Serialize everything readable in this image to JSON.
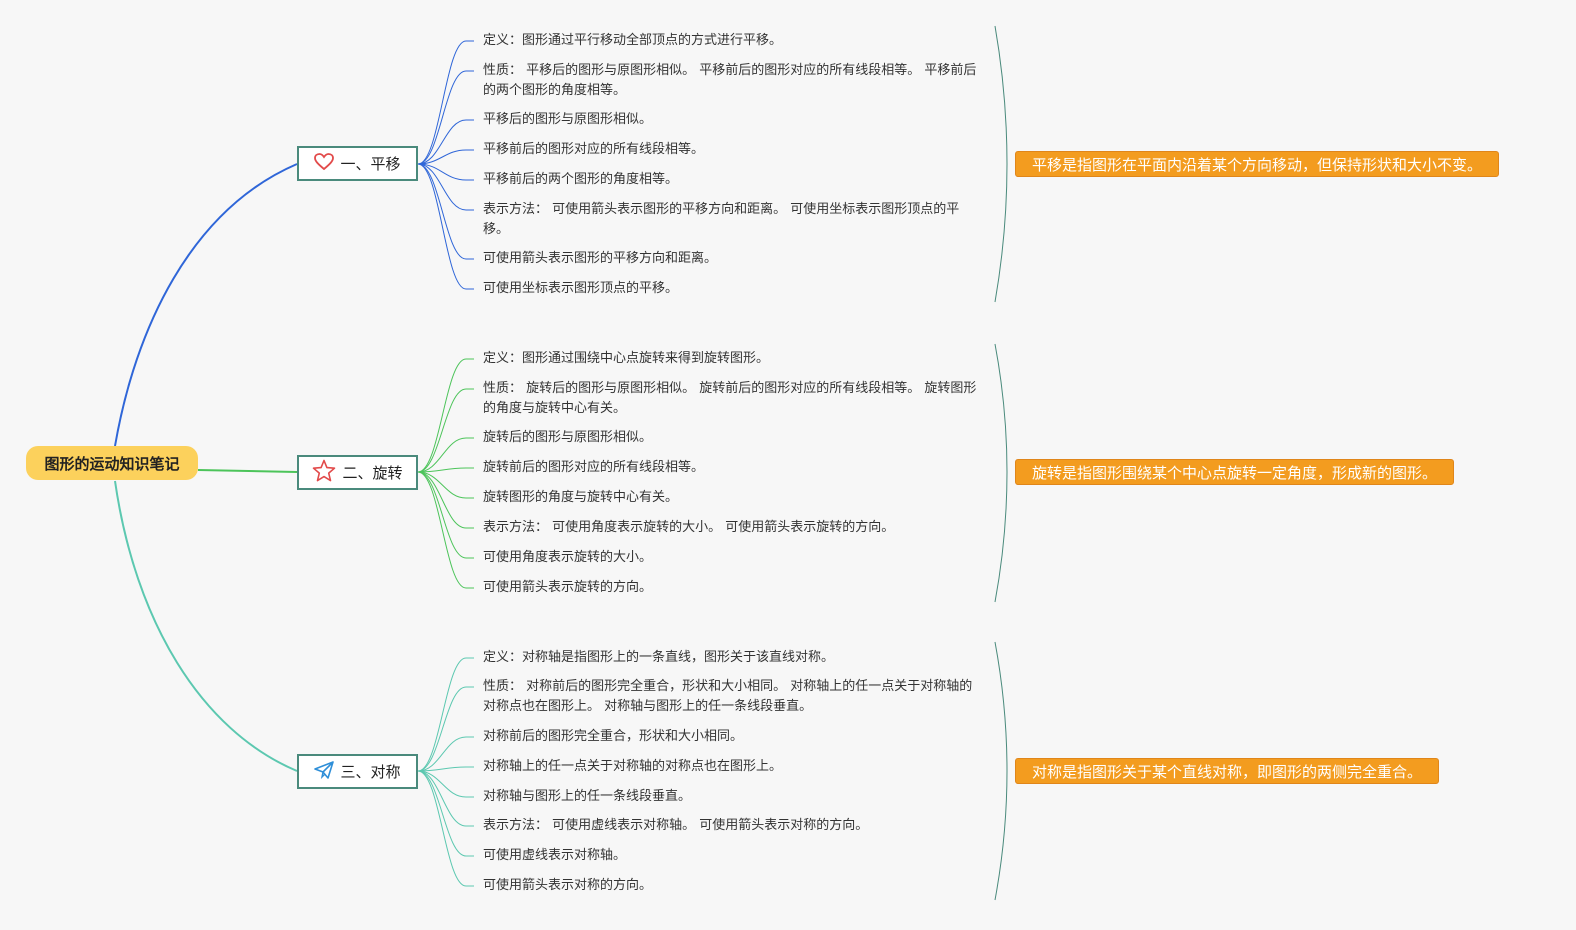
{
  "root": {
    "label": "图形的运动知识笔记"
  },
  "branches": [
    {
      "label": "一、平移",
      "icon": "heart-icon",
      "icon_color": "#e24a4a",
      "color": "#2f66d8",
      "items": [
        "定义：图形通过平行移动全部顶点的方式进行平移。",
        "性质： 平移后的图形与原图形相似。 平移前后的图形对应的所有线段相等。 平移前后的两个图形的角度相等。",
        "平移后的图形与原图形相似。",
        "平移前后的图形对应的所有线段相等。",
        "平移前后的两个图形的角度相等。",
        "表示方法： 可使用箭头表示图形的平移方向和距离。 可使用坐标表示图形顶点的平移。",
        "可使用箭头表示图形的平移方向和距离。",
        "可使用坐标表示图形顶点的平移。"
      ],
      "summary": "平移是指图形在平面内沿着某个方向移动，但保持形状和大小不变。"
    },
    {
      "label": "二、旋转",
      "icon": "star-icon",
      "icon_color": "#e24a4a",
      "color": "#4cc45a",
      "items": [
        "定义：图形通过围绕中心点旋转来得到旋转图形。",
        "性质： 旋转后的图形与原图形相似。 旋转前后的图形对应的所有线段相等。 旋转图形的角度与旋转中心有关。",
        "旋转后的图形与原图形相似。",
        "旋转前后的图形对应的所有线段相等。",
        "旋转图形的角度与旋转中心有关。",
        "表示方法： 可使用角度表示旋转的大小。 可使用箭头表示旋转的方向。",
        "可使用角度表示旋转的大小。",
        "可使用箭头表示旋转的方向。"
      ],
      "summary": "旋转是指图形围绕某个中心点旋转一定角度，形成新的图形。"
    },
    {
      "label": "三、对称",
      "icon": "paper-plane-icon",
      "icon_color": "#2f8fd8",
      "color": "#5cc8b0",
      "items": [
        "定义：对称轴是指图形上的一条直线，图形关于该直线对称。",
        "性质： 对称前后的图形完全重合，形状和大小相同。 对称轴上的任一点关于对称轴的对称点也在图形上。 对称轴与图形上的任一条线段垂直。",
        "对称前后的图形完全重合，形状和大小相同。",
        "对称轴上的任一点关于对称轴的对称点也在图形上。",
        "对称轴与图形上的任一条线段垂直。",
        "表示方法： 可使用虚线表示对称轴。 可使用箭头表示对称的方向。",
        "可使用虚线表示对称轴。",
        "可使用箭头表示对称的方向。"
      ],
      "summary": "对称是指图形关于某个直线对称，即图形的两侧完全重合。"
    }
  ],
  "colors": {
    "root": "#fcd15c",
    "summary": "#f39c1f",
    "brace": "#4a8a7c"
  }
}
